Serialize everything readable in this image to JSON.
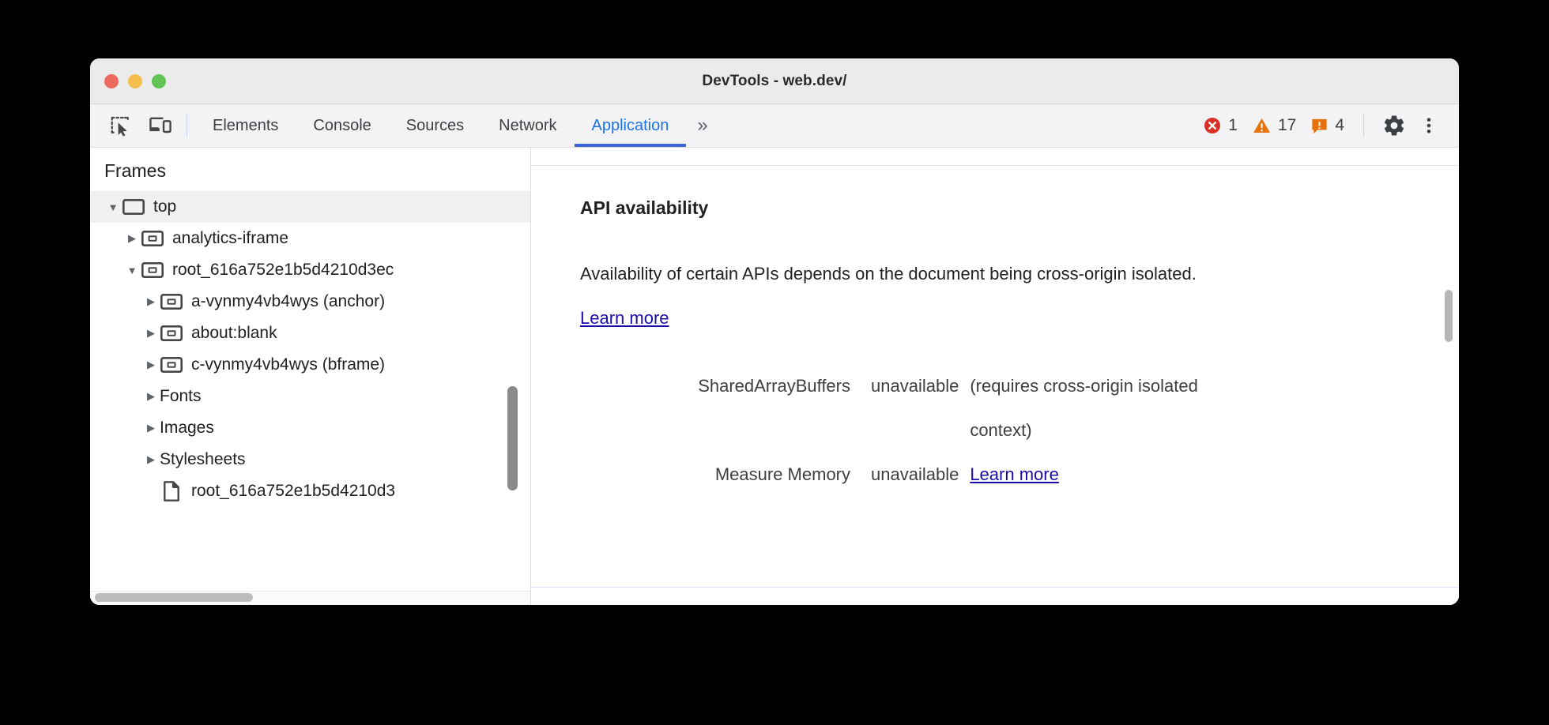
{
  "window": {
    "title": "DevTools - web.dev/",
    "traffic_lights": [
      "close",
      "minimize",
      "maximize"
    ]
  },
  "toolbar": {
    "icons": [
      {
        "name": "inspect-element-icon",
        "label": "Inspect element"
      },
      {
        "name": "device-toolbar-icon",
        "label": "Toggle device toolbar"
      }
    ],
    "tabs": [
      {
        "label": "Elements",
        "active": false
      },
      {
        "label": "Console",
        "active": false
      },
      {
        "label": "Sources",
        "active": false
      },
      {
        "label": "Network",
        "active": false
      },
      {
        "label": "Application",
        "active": true
      }
    ],
    "more_tabs_label": "»",
    "badges": [
      {
        "name": "error-badge",
        "icon": "error-circle-icon",
        "count": "1",
        "color": "#d93025"
      },
      {
        "name": "warning-badge",
        "icon": "warning-triangle-icon",
        "count": "17",
        "color": "#e8710a"
      },
      {
        "name": "issues-badge",
        "icon": "issue-flag-icon",
        "count": "4",
        "color": "#e8710a"
      }
    ],
    "settings_label": "Settings",
    "menu_label": "Customize and control DevTools",
    "accent_color": "#3a67d4",
    "active_tab_color": "#1a73e8"
  },
  "sidebar": {
    "header": "Frames",
    "tree": [
      {
        "label": "top",
        "icon": "frame-top-icon",
        "twisty": "open",
        "level": 0,
        "selected": true
      },
      {
        "label": "analytics-iframe",
        "icon": "iframe-icon",
        "twisty": "closed",
        "level": 1,
        "selected": false
      },
      {
        "label": "root_616a752e1b5d4210d3ec",
        "icon": "iframe-icon",
        "twisty": "open",
        "level": 1,
        "selected": false
      },
      {
        "label": "a-vynmy4vb4wys (anchor)",
        "icon": "iframe-icon",
        "twisty": "closed",
        "level": 2,
        "selected": false
      },
      {
        "label": "about:blank",
        "icon": "iframe-icon",
        "twisty": "closed",
        "level": 2,
        "selected": false
      },
      {
        "label": "c-vynmy4vb4wys (bframe)",
        "icon": "iframe-icon",
        "twisty": "closed",
        "level": 2,
        "selected": false
      },
      {
        "label": "Fonts",
        "icon": "none",
        "twisty": "closed",
        "level": 1,
        "selected": false
      },
      {
        "label": "Images",
        "icon": "none",
        "twisty": "closed",
        "level": 1,
        "selected": false
      },
      {
        "label": "Stylesheets",
        "icon": "none",
        "twisty": "closed",
        "level": 1,
        "selected": false
      },
      {
        "label": "root_616a752e1b5d4210d3",
        "icon": "document-icon",
        "twisty": "none",
        "level": 2,
        "selected": false
      }
    ]
  },
  "main": {
    "heading": "API availability",
    "description_prefix": "Availability of certain APIs depends on the document being cross-origin isolated. ",
    "description_link": "Learn more",
    "rows": [
      {
        "name": "SharedArrayBuffers",
        "value": "unavailable",
        "note": "(requires cross-origin isolated context)",
        "link": ""
      },
      {
        "name": "Measure Memory",
        "value": "unavailable",
        "note": "",
        "link": "Learn more"
      }
    ],
    "link_color": "#1a0dab"
  }
}
